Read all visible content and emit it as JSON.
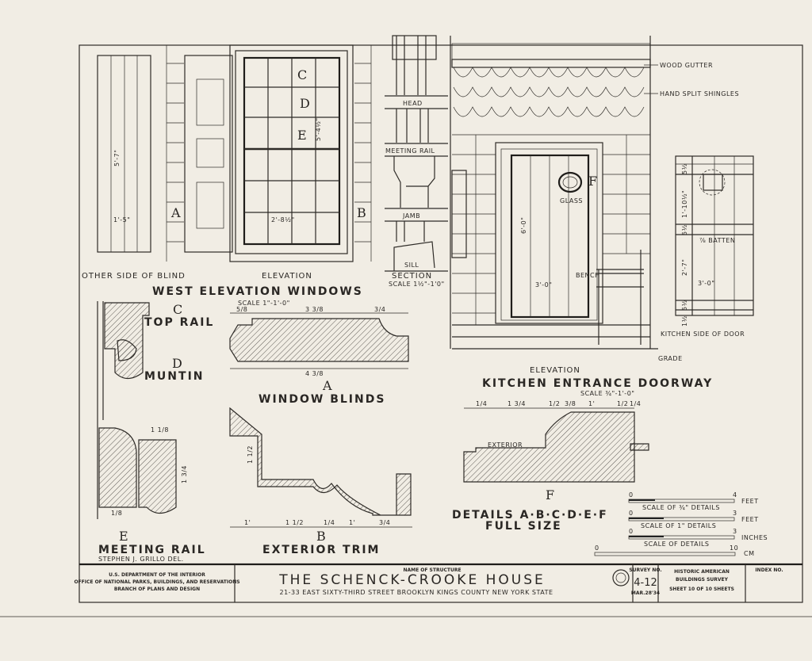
{
  "blind": {
    "label": "OTHER SIDE OF BLIND",
    "height_dim": "5'-7\"",
    "width_dim": "1'-5\""
  },
  "west_windows": {
    "markers": [
      "A",
      "B",
      "C",
      "D",
      "E"
    ],
    "dim_width": "2'-8½\"",
    "dim_height": "5'-4½\"",
    "elevation_label": "ELEVATION",
    "title": "WEST ELEVATION WINDOWS",
    "scale": "SCALE 1\"-1'-0\""
  },
  "section": {
    "head": "HEAD",
    "meeting_rail": "MEETING RAIL",
    "jamb": "JAMB",
    "sill": "SILL",
    "title": "SECTION",
    "scale": "SCALE 1½\"-1'0\""
  },
  "kitchen": {
    "wood_gutter": "WOOD GUTTER",
    "shingles": "HAND SPLIT SHINGLES",
    "marker_f": "F",
    "glass": "GLASS",
    "height_dim": "6'-0\"",
    "bench": "BENCH",
    "width_dim": "3'-0\"",
    "grade": "GRADE",
    "elevation_label": "ELEVATION",
    "title": "KITCHEN ENTRANCE DOORWAY",
    "scale": "SCALE ¾\"-1'-0\""
  },
  "kitchen_side": {
    "label": "KITCHEN SIDE OF DOOR",
    "dims": [
      "5½",
      "1'-10½\"",
      "5½",
      "2'-7\"",
      "5½",
      "1½"
    ],
    "batten": "⅞ BATTEN",
    "width_dim": "3'-0\""
  },
  "details": {
    "c_marker": "C",
    "c_label": "TOP RAIL",
    "d_marker": "D",
    "d_label": "MUNTIN",
    "a_marker": "A",
    "a_label": "WINDOW BLINDS",
    "a_dims": [
      "5/8",
      "3 3/8",
      "3/4",
      "4 3/8"
    ],
    "e_marker": "E",
    "e_label": "MEETING RAIL",
    "e_dims": [
      "1 1/8",
      "1 3/4",
      "1/8"
    ],
    "b_marker": "B",
    "b_label": "EXTERIOR TRIM",
    "b_dims": [
      "1'",
      "1 1/2",
      "1/4",
      "1'",
      "3/4",
      "1 1/2"
    ],
    "f_marker": "F",
    "f_exterior": "EXTERIOR",
    "f_dims": [
      "1/4",
      "1 3/4",
      "1/2",
      "3/8",
      "1'",
      "1/2",
      "1/4"
    ],
    "summary_line1": "DETAILS A·B·C·D·E·F",
    "summary_line2": "FULL SIZE",
    "delineator": "STEPHEN J. GRILLO DEL."
  },
  "scales": [
    {
      "start": "0",
      "end": "4",
      "unit": "FEET",
      "caption": "SCALE OF ¾\" DETAILS"
    },
    {
      "start": "0",
      "end": "3",
      "unit": "FEET",
      "caption": "SCALE OF 1\" DETAILS"
    },
    {
      "start": "0",
      "end": "3",
      "unit": "INCHES",
      "caption": "SCALE OF DETAILS"
    },
    {
      "start": "0",
      "end": "10",
      "unit": "CM",
      "caption": ""
    }
  ],
  "title_block": {
    "agency_line1": "U.S. DEPARTMENT OF THE INTERIOR",
    "agency_line2": "OFFICE OF NATIONAL PARKS, BUILDINGS, AND RESERVATIONS",
    "agency_line3": "BRANCH OF PLANS AND DESIGN",
    "name_caption": "NAME OF STRUCTURE",
    "structure_name": "THE SCHENCK-CROOKE HOUSE",
    "address": "21-33 EAST SIXTY-THIRD STREET   BROOKLYN   KINGS COUNTY   NEW YORK STATE",
    "survey_caption": "SURVEY NO.",
    "survey_no": "4-12",
    "survey_date": "MAR.28'34",
    "habs_line1": "HISTORIC AMERICAN",
    "habs_line2": "BUILDINGS SURVEY",
    "sheet": "SHEET 10 OF 10 SHEETS",
    "index_caption": "INDEX NO."
  }
}
